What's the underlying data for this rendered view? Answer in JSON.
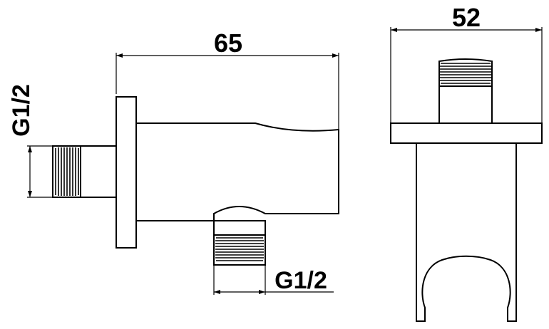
{
  "dimensions": {
    "length_label": "65",
    "width_label": "52",
    "inlet_thread_label": "G1/2",
    "outlet_thread_label": "G1/2"
  }
}
